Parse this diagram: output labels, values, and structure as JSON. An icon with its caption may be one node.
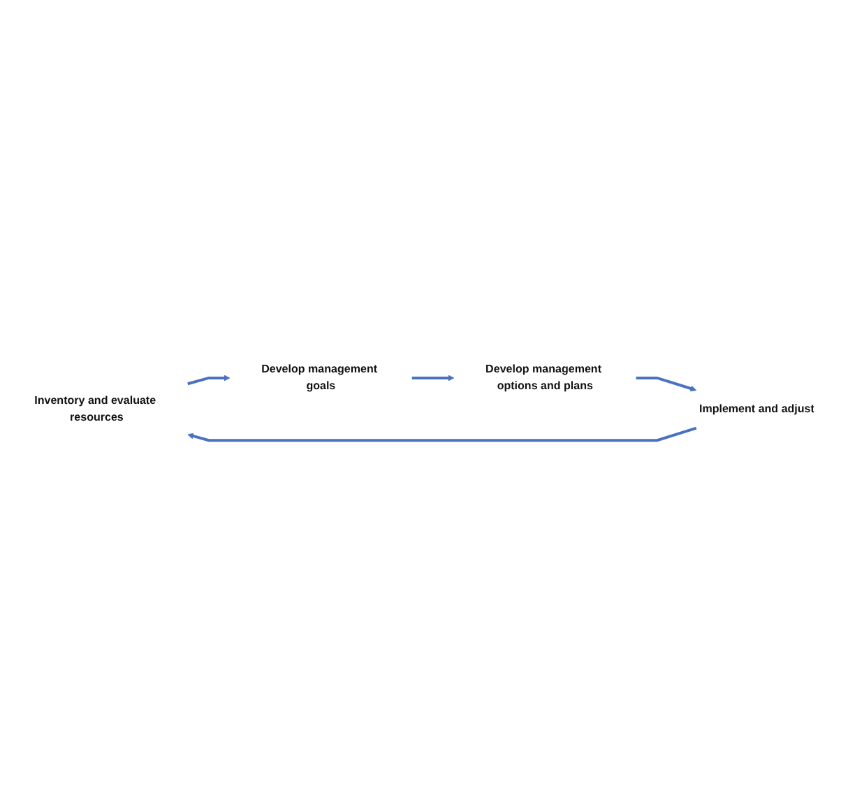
{
  "diagram": {
    "nodes": [
      {
        "text": [
          "Inventory and evaluate resources"
        ]
      },
      {
        "text": [
          "Develop management goals"
        ]
      },
      {
        "text": [
          "Develop management options and plans"
        ]
      },
      {
        "text": [
          "Implement and adjust"
        ]
      }
    ],
    "edges": [
      {
        "from": 0,
        "to": 1,
        "arrow": "to"
      },
      {
        "from": 1,
        "to": 2,
        "arrow": "to"
      },
      {
        "from": 2,
        "to": 3,
        "arrow": "to"
      },
      {
        "from": 3,
        "to": 0,
        "arrow": "to"
      }
    ]
  }
}
